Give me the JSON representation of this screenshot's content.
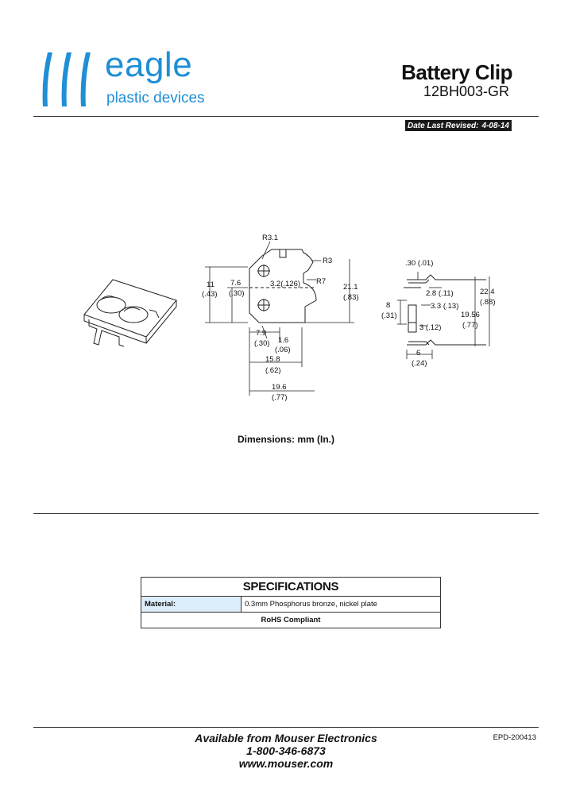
{
  "logo": {
    "name": "eagle",
    "subtitle": "plastic devices",
    "color": "#1f8fd6"
  },
  "header": {
    "title": "Battery Clip",
    "part_number": "12BH003-GR"
  },
  "revised": {
    "label": "Date Last Revised:",
    "date": "4-08-14"
  },
  "drawing": {
    "labels": {
      "r31": "R3.1",
      "r3": "R3",
      "r7": "R7",
      "d11": "11",
      "d11in": "(.43)",
      "d76": "7.6",
      "d76in": "(.30)",
      "d32": "3.2(.126)",
      "d211": "21.1",
      "d211in": "(.83)",
      "d79": "7.9",
      "d79in": "(.30)",
      "d16": "1.6",
      "d16in": "(.06)",
      "d158": "15.8",
      "d158in": "(.62)",
      "d196": "19.6",
      "d196in": "(.77)",
      "s030": ".30 (.01)",
      "s28": "2.8 (.11)",
      "s8": "8",
      "s8in": "(.31)",
      "s33": "3.3 (.13)",
      "s3": "3 (.12)",
      "s6": "6",
      "s6in": "(.24)",
      "s224": "22.4",
      "s224in": "(.88)",
      "s1956": "19.56",
      "s1956in": "(.77)"
    },
    "note": "Dimensions: mm (In.)"
  },
  "specs": {
    "heading": "SPECIFICATIONS",
    "material_label": "Material:",
    "material_value": "0.3mm Phosphorus bronze, nickel plate",
    "compliance": "RoHS Compliant"
  },
  "footer": {
    "line1": "Available from Mouser Electronics",
    "line2": "1-800-346-6873",
    "line3": "www.mouser.com",
    "doc_id": "EPD-200413"
  }
}
